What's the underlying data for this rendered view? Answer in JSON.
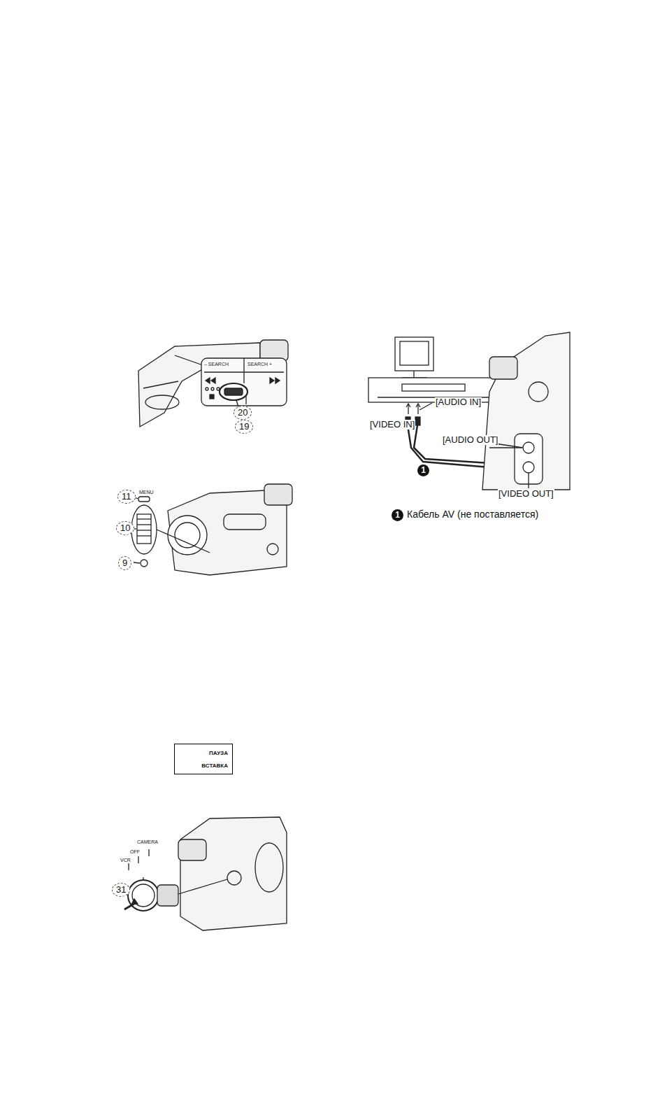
{
  "diagram": {
    "nodes": [
      {
        "text": [
          "ПАУЗА",
          "ВСТАВКА"
        ]
      }
    ],
    "labels": [
      "– SEARCH",
      "SEARCH +",
      "20",
      "19",
      "MENU",
      "11",
      "10",
      "9",
      "CAMERA",
      "OFF",
      "VCR",
      "31",
      "[AUDIO IN]",
      "[VIDEO IN]",
      "[AUDIO OUT]",
      "1",
      "[VIDEO OUT]",
      "1",
      "Кабель AV (не поставляется)"
    ]
  }
}
